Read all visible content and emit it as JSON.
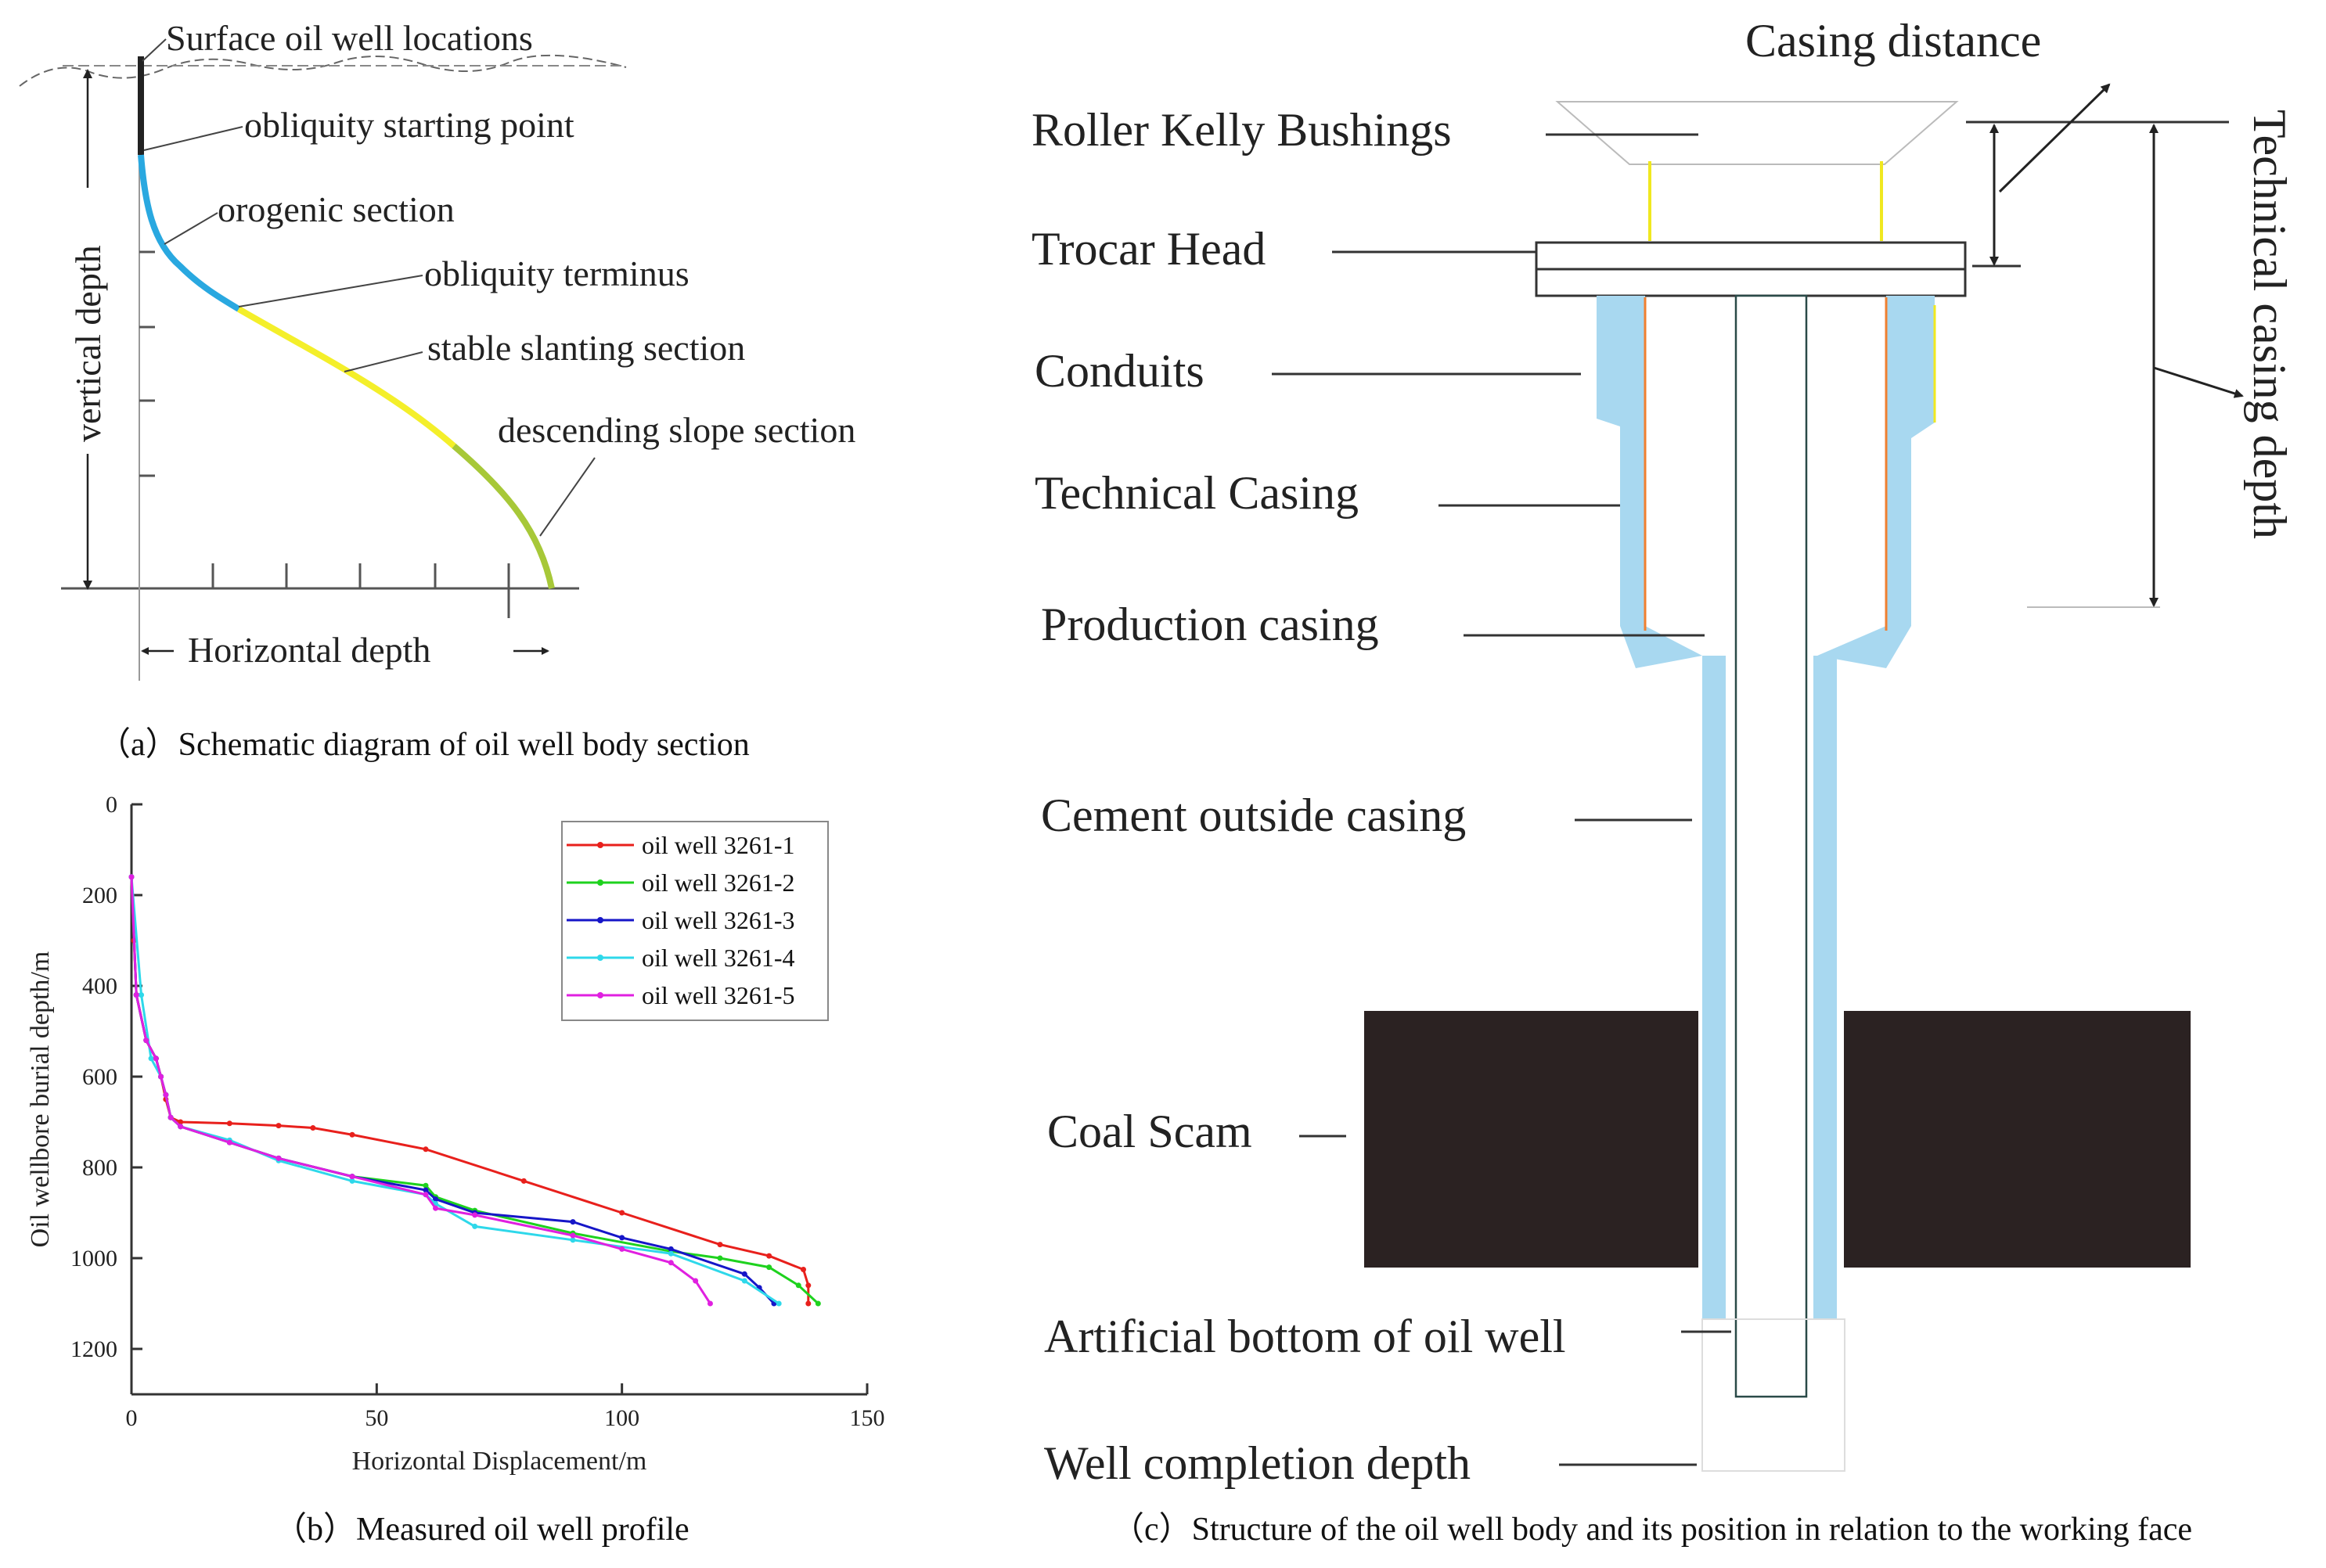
{
  "panel_a": {
    "labels": {
      "surface": "Surface oil well locations",
      "start": "obliquity starting point",
      "orogenic": "orogenic section",
      "terminus": "obliquity terminus",
      "stable": "stable slanting section",
      "descending": "descending slope section",
      "vertical": "vertical depth",
      "horizontal": "Horizontal depth"
    },
    "caption": "（a）Schematic diagram of oil well body section",
    "colors": {
      "vertical": "#222222",
      "orogenic": "#29a8e0",
      "stable": "#f4ef2a",
      "descending": "#a7c838"
    }
  },
  "panel_b": {
    "caption": "（b）Measured oil well profile"
  },
  "chart_data": {
    "type": "line",
    "title": "",
    "xlabel": "Horizontal Displacement/m",
    "ylabel": "Oil wellbore burial depth/m",
    "xlim": [
      0,
      150
    ],
    "ylim": [
      0,
      1300
    ],
    "y_inverted": true,
    "x_ticks": [
      0,
      50,
      100,
      150
    ],
    "y_ticks": [
      0,
      200,
      400,
      600,
      800,
      1000,
      1200
    ],
    "legend_position": "top-right",
    "series": [
      {
        "name": "oil well 3261-1",
        "color": "#e8201c",
        "x": [
          0,
          0.5,
          1,
          3,
          5,
          6,
          7,
          8,
          10,
          20,
          30,
          37,
          45,
          60,
          80,
          100,
          120,
          130,
          137,
          138,
          138
        ],
        "y": [
          160,
          300,
          420,
          520,
          560,
          600,
          650,
          690,
          700,
          703,
          708,
          713,
          728,
          760,
          830,
          900,
          970,
          995,
          1025,
          1060,
          1100
        ]
      },
      {
        "name": "oil well 3261-2",
        "color": "#1ed21e",
        "x": [
          0,
          1,
          3,
          5,
          6,
          7,
          8,
          10,
          20,
          30,
          45,
          60,
          62,
          70,
          90,
          110,
          120,
          130,
          136,
          140
        ],
        "y": [
          160,
          420,
          520,
          560,
          600,
          640,
          690,
          710,
          745,
          780,
          820,
          840,
          865,
          895,
          945,
          985,
          1000,
          1020,
          1060,
          1100
        ]
      },
      {
        "name": "oil well 3261-3",
        "color": "#1616c8",
        "x": [
          0,
          1,
          3,
          5,
          6,
          7,
          8,
          10,
          20,
          30,
          45,
          60,
          62,
          70,
          90,
          100,
          110,
          125,
          128,
          131
        ],
        "y": [
          160,
          420,
          520,
          560,
          600,
          640,
          690,
          710,
          745,
          780,
          820,
          850,
          870,
          900,
          920,
          955,
          980,
          1035,
          1065,
          1100
        ]
      },
      {
        "name": "oil well 3261-4",
        "color": "#2ed8ea",
        "x": [
          0,
          2,
          4,
          6,
          7,
          8,
          10,
          20,
          30,
          45,
          60,
          62,
          70,
          90,
          110,
          125,
          132
        ],
        "y": [
          160,
          420,
          560,
          600,
          640,
          690,
          710,
          740,
          785,
          830,
          860,
          880,
          930,
          960,
          990,
          1050,
          1100
        ]
      },
      {
        "name": "oil well 3261-5",
        "color": "#e020e0",
        "x": [
          0,
          1,
          3,
          5,
          6,
          7,
          8,
          10,
          20,
          30,
          45,
          60,
          62,
          70,
          90,
          100,
          110,
          115,
          118
        ],
        "y": [
          160,
          420,
          520,
          560,
          600,
          640,
          690,
          710,
          745,
          780,
          820,
          860,
          890,
          905,
          950,
          980,
          1010,
          1050,
          1100
        ]
      }
    ]
  },
  "panel_c": {
    "labels": {
      "casing_distance": "Casing distance",
      "kelly": "Roller Kelly Bushings",
      "trocar": "Trocar Head",
      "conduits": "Conduits",
      "technical": "Technical Casing",
      "production": "Production casing",
      "cement": "Cement outside casing",
      "coal": "Coal Scam",
      "artificial": "Artificial bottom of  oil well",
      "completion": "Well completion depth",
      "technical_depth": "Technical casing depth"
    },
    "caption": "（c）Structure of the oil well body and its position in relation to the working face",
    "colors": {
      "cement": "#a8d8f0",
      "coal": "#2b2222",
      "orange": "#f08030",
      "yellow": "#f0e820"
    }
  }
}
